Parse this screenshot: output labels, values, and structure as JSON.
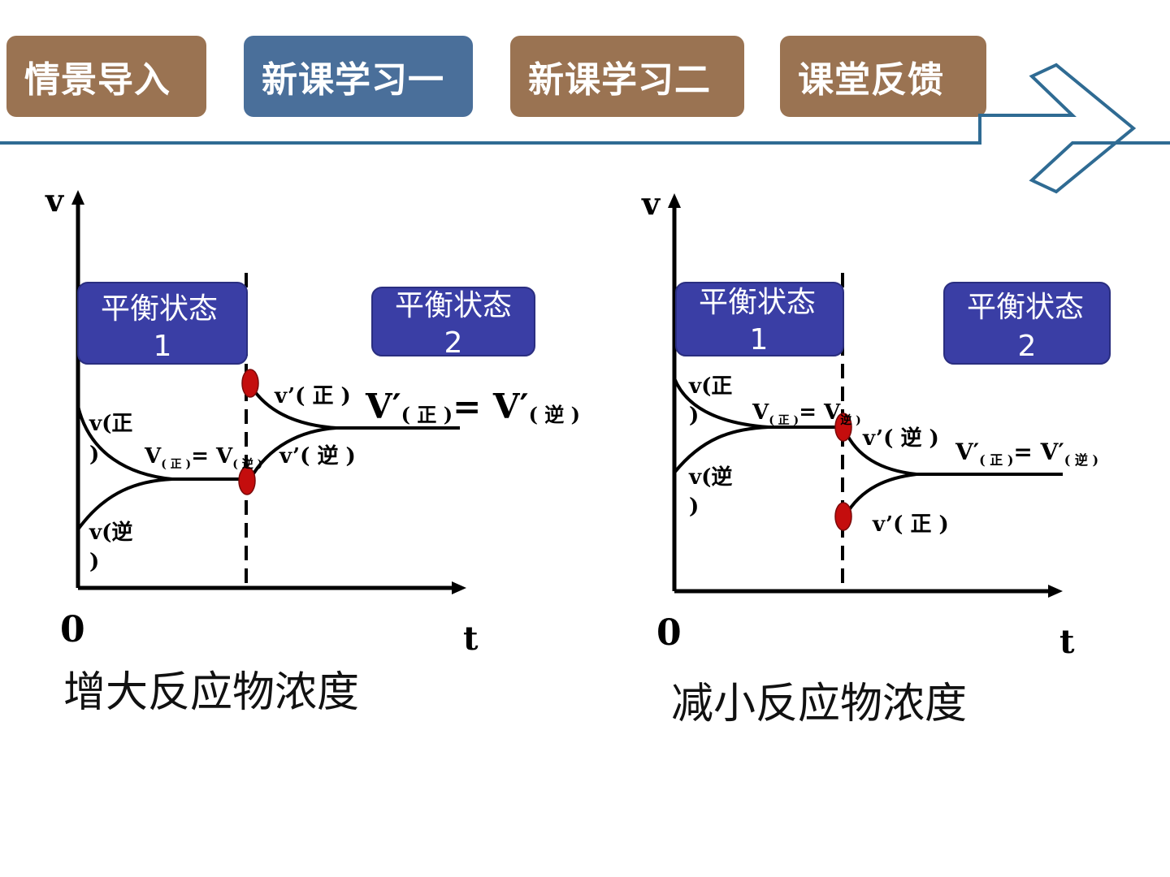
{
  "nav": {
    "tabs": [
      {
        "label": "情景导入",
        "active": false
      },
      {
        "label": "新课学习一",
        "active": true
      },
      {
        "label": "新课学习二",
        "active": false
      },
      {
        "label": "课堂反馈",
        "active": false
      }
    ],
    "colors": {
      "inactive": "#9a7352",
      "active": "#4a6f9a",
      "timeline": "#2f6b93"
    }
  },
  "graphs": {
    "left": {
      "y_axis": "v",
      "origin": "0",
      "x_axis": "t",
      "state1": {
        "line1": "平衡状态",
        "line2": "1"
      },
      "state2": {
        "line1": "平衡状态",
        "line2": "2"
      },
      "v_forward": {
        "v": "v(",
        "sub": "正",
        "close": ")"
      },
      "v_reverse": {
        "v": "v(",
        "sub": "逆",
        "close": ")"
      },
      "equal1": {
        "a": "V",
        "a_sub": "( 正 )",
        "eq": "= V",
        "b_sub": "( 逆 )"
      },
      "v_prime_forward": "v’( 正 )",
      "v_prime_reverse": "v’( 逆 )",
      "equal2": {
        "a": "V′",
        "a_sub": "( 正 )",
        "eq": "= V′",
        "b_sub": "( 逆 )"
      },
      "caption": "增大反应物浓度"
    },
    "right": {
      "y_axis": "v",
      "origin": "0",
      "x_axis": "t",
      "state1": {
        "line1": "平衡状态",
        "line2": "1"
      },
      "state2": {
        "line1": "平衡状态",
        "line2": "2"
      },
      "v_forward": {
        "v": "v(",
        "sub": "正",
        "close": ")"
      },
      "v_reverse": {
        "v": "v(",
        "sub": "逆",
        "close": ")"
      },
      "equal1": {
        "a": "V",
        "a_sub": "( 正 )",
        "eq": "= V",
        "b_sub": "逆 )"
      },
      "v_prime_reverse": "v’( 逆 )",
      "v_prime_forward": "v’( 正 )",
      "equal2": {
        "a": "V′",
        "a_sub": "( 正 )",
        "eq": "= V′",
        "b_sub": "( 逆 )"
      },
      "caption": "减小反应物浓度"
    },
    "colors": {
      "state_box": "#3a3ea5",
      "marker": "#c40d0d",
      "line": "#000000"
    }
  }
}
